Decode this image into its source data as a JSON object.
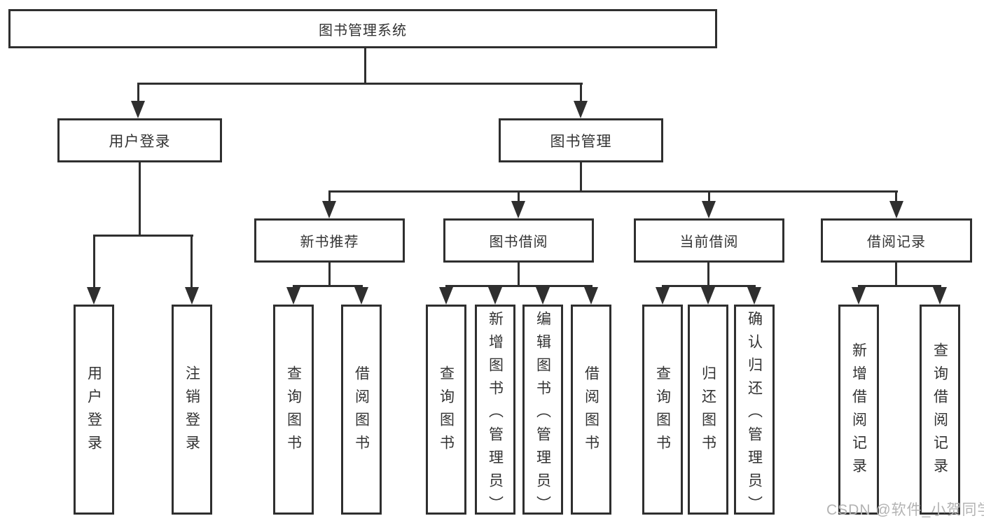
{
  "diagram": {
    "tree": {
      "label": "图书管理系统",
      "children": [
        {
          "label": "用户登录",
          "children": [
            {
              "label": "用户登录"
            },
            {
              "label": "注销登录"
            }
          ]
        },
        {
          "label": "图书管理",
          "children": [
            {
              "label": "新书推荐",
              "children": [
                {
                  "label": "查询图书"
                },
                {
                  "label": "借阅图书"
                }
              ]
            },
            {
              "label": "图书借阅",
              "children": [
                {
                  "label": "查询图书"
                },
                {
                  "label": "新增图书（管理员）"
                },
                {
                  "label": "编辑图书（管理员）"
                },
                {
                  "label": "借阅图书"
                }
              ]
            },
            {
              "label": "当前借阅",
              "children": [
                {
                  "label": "查询图书"
                },
                {
                  "label": "归还图书"
                },
                {
                  "label": "确认归还（管理员）"
                }
              ]
            },
            {
              "label": "借阅记录",
              "children": [
                {
                  "label": "新增借阅记录"
                },
                {
                  "label": "查询借阅记录"
                }
              ]
            }
          ]
        }
      ]
    }
  },
  "watermark": {
    "text": "CSDN @软件_小贺同学"
  },
  "colors": {
    "line": "#2f2f2f",
    "text": "#333333",
    "watermark": "#b3b3b3",
    "background": "#ffffff"
  },
  "icons": {
    "arrowhead_down": "triangle-down"
  }
}
